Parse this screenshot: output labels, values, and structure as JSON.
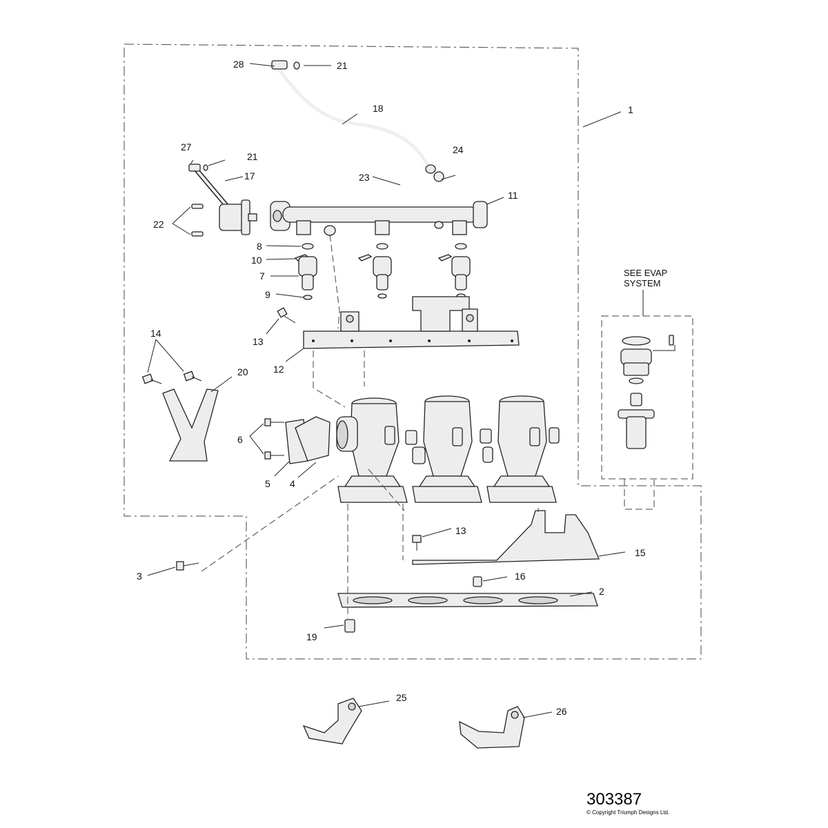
{
  "diagram": {
    "callouts": [
      "1",
      "2",
      "3",
      "4",
      "5",
      "6",
      "7",
      "8",
      "9",
      "10",
      "11",
      "12",
      "13",
      "13",
      "14",
      "15",
      "16",
      "17",
      "18",
      "19",
      "20",
      "21",
      "21",
      "22",
      "23",
      "24",
      "25",
      "26",
      "27",
      "28"
    ],
    "evap_label_line1": "SEE EVAP",
    "evap_label_line2": "SYSTEM",
    "drawing_number": "303387",
    "copyright": "© Copyright Triumph Designs Ltd."
  }
}
